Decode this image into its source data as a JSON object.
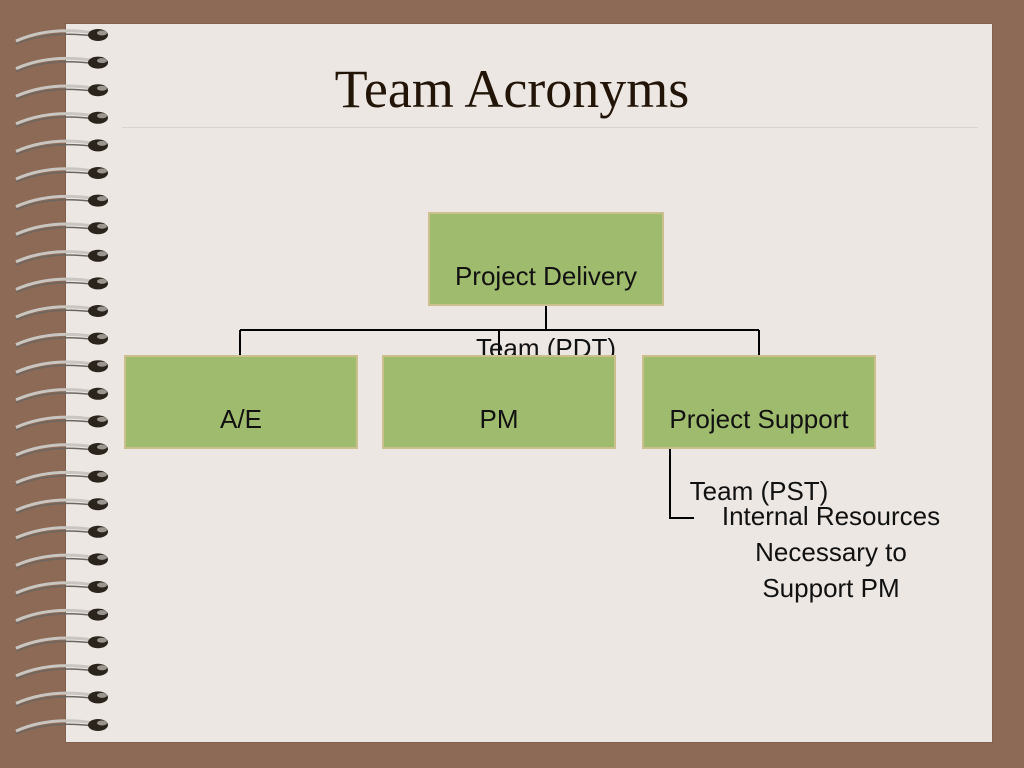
{
  "slide": {
    "title": "Team Acronyms"
  },
  "org_chart": {
    "root": {
      "line1": "Project Delivery",
      "line2": "Team (PDT)"
    },
    "children": [
      {
        "line1": "A/E",
        "line2": ""
      },
      {
        "line1": "PM",
        "line2": ""
      },
      {
        "line1": "Project Support",
        "line2": "Team (PST)"
      }
    ],
    "sub_note": {
      "line1": "Internal Resources",
      "line2": "Necessary to",
      "line3": "Support PM"
    }
  },
  "colors": {
    "frame": "#8c6a55",
    "page": "#ece7e3",
    "box_fill": "#9fbb6d",
    "box_border": "#cbbf8e",
    "connector": "#000000"
  }
}
